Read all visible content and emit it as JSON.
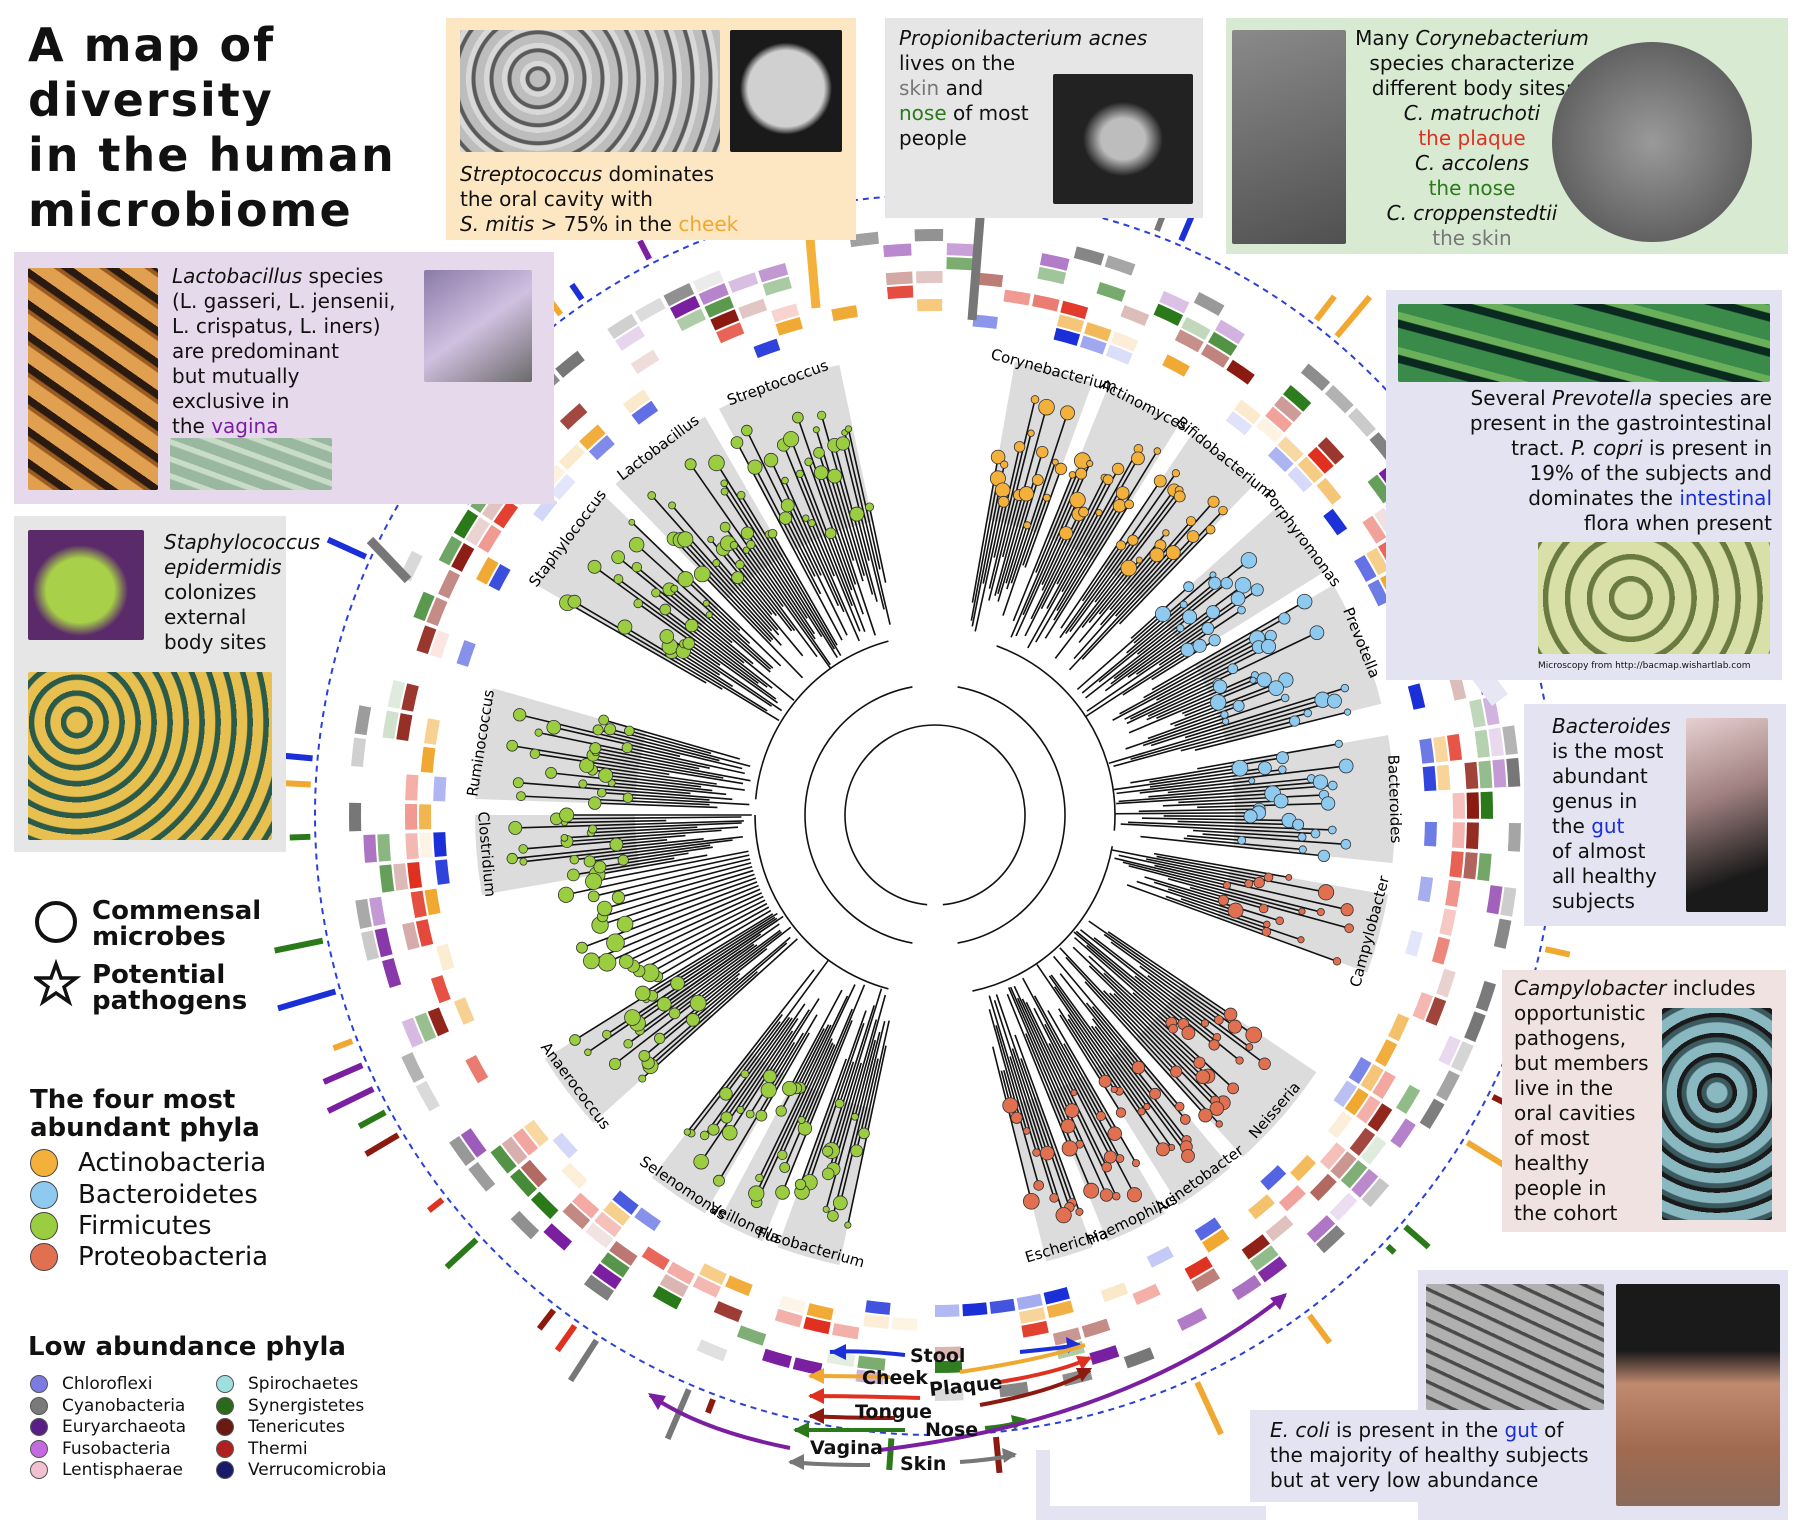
{
  "title": [
    "A map of",
    "diversity",
    "in the human",
    "microbiome"
  ],
  "colors": {
    "actinobacteria": "#f3b13b",
    "bacteroidetes": "#8ec9ef",
    "firmicutes": "#9acd3f",
    "proteobacteria": "#e07050",
    "stool": "#1a2fd8",
    "cheek": "#f0a830",
    "plaque": "#e03020",
    "tongue": "#8b1a10",
    "nose": "#2a7a1a",
    "vagina": "#7a1fa0",
    "skin": "#777777"
  },
  "boxes": {
    "streptococcus": {
      "line1_italic": "Streptococcus",
      "line1_rest": " dominates",
      "line2": "the oral cavity with",
      "line3_italic": "S. mitis",
      "line3_rest": " > 75% in the ",
      "line3_site": "cheek"
    },
    "propioni": {
      "line1_italic": "Propionibacterium acnes",
      "line2": "lives on the",
      "line3_site": "skin",
      "line3_rest": " and",
      "line4_site": "nose",
      "line4_rest": " of most",
      "line5": "people"
    },
    "coryne": {
      "line1": "Many ",
      "line1_italic": "Corynebacterium",
      "line2": "species characterize",
      "line3": "different body sites:",
      "s1": "C. matruchoti",
      "s1_site": "the plaque",
      "s2": "C. accolens",
      "s2_site": "the nose",
      "s3": "C. croppenstedtii",
      "s3_site": "the skin"
    },
    "lacto": {
      "line1_italic": "Lactobacillus",
      "line1_rest": " species",
      "line2": "(L. gasseri, L. jensenii,",
      "line3": "L. crispatus, L. iners)",
      "line4": "are predominant",
      "line5": "but mutually",
      "line6": "exclusive in",
      "line7": "the ",
      "line7_site": "vagina"
    },
    "staph": {
      "line1": "Staphylococcus",
      "line2": "epidermidis",
      "line3": "colonizes",
      "line4": "external",
      "line5": "body sites"
    },
    "prevotella": {
      "line1": "Several ",
      "line1_italic": "Prevotella",
      "line1_rest": " species are",
      "line2": "present in the gastrointestinal",
      "line3": "tract.    ",
      "line3_italic": "P. copri",
      "line3_rest": " is present in",
      "line4": "19% of the subjects and",
      "line5": "dominates the ",
      "line5_site": "intestinal",
      "line6": "flora when present",
      "credit": "Microscopy from http://bacmap.wishartlab.com"
    },
    "bacteroides": {
      "line1": "Bacteroides",
      "line2": "is the most",
      "line3": "abundant",
      "line4": "genus in",
      "line5": "the ",
      "line5_site": "gut",
      "line6": "of almost",
      "line7": "all healthy",
      "line8": "subjects"
    },
    "campylo": {
      "line1_italic": "Campylobacter",
      "line1_rest": " includes",
      "line2": "opportunistic",
      "line3": "pathogens,",
      "line4": "but members",
      "line5": "live in the",
      "line6": "oral cavities",
      "line7": "of most",
      "line8": "healthy",
      "line9": "people in",
      "line10": "the cohort"
    },
    "ecoli": {
      "line1_italic": "E. coli",
      "line1_rest": " is present in the ",
      "line1_site": "gut",
      "line1_end": " of",
      "line2": "the majority of healthy subjects",
      "line3": "but at very low abundance"
    }
  },
  "legend": {
    "commensal": "Commensal",
    "commensal2": "microbes",
    "pathogen": "Potential",
    "pathogen2": "pathogens",
    "phyla_title": "The four most",
    "phyla_title2": "abundant phyla",
    "phyla": [
      "Actinobacteria",
      "Bacteroidetes",
      "Firmicutes",
      "Proteobacteria"
    ],
    "low_title": "Low abundance phyla",
    "low_left": [
      "Chloroflexi",
      "Cyanobacteria",
      "Euryarchaeota",
      "Fusobacteria",
      "Lentisphaerae"
    ],
    "low_right": [
      "Spirochaetes",
      "Synergistetes",
      "Tenericutes",
      "Thermi",
      "Verrucomicrobia"
    ],
    "low_left_colors": [
      "#7b7be0",
      "#7a7a7a",
      "#5a1f86",
      "#c46ae0",
      "#f2c0d0"
    ],
    "low_right_colors": [
      "#9ee0e0",
      "#2a6a1a",
      "#6a1a10",
      "#b02020",
      "#1a1a6a"
    ]
  },
  "sites": {
    "stool": "Stool",
    "cheek": "Cheek",
    "plaque": "Plaque",
    "tongue": "Tongue",
    "nose": "Nose",
    "vagina": "Vagina",
    "skin": "Skin"
  },
  "clades": [
    "Streptococcus",
    "Lactobacillus",
    "Staphylococcus",
    "Ruminococcus",
    "Clostridium",
    "Anaerococcus",
    "Selenomonas",
    "Veillonella",
    "Fusobacterium",
    "Escherichia",
    "Haemophilus",
    "Acinetobacter",
    "Neisseria",
    "Campylobacter",
    "Bacteroides",
    "Prevotella",
    "Porphyromonas",
    "Bifidobacterium",
    "Actinomyces",
    "Corynebacterium"
  ]
}
